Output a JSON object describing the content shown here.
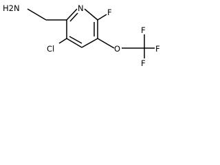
{
  "molecule": {
    "atoms": {
      "amine": "H2N",
      "ring_nitrogen": "N",
      "fluorine_ring": "F",
      "chlorine": "Cl",
      "ether_oxygen": "O",
      "fluorine_top": "F",
      "fluorine_right": "F",
      "fluorine_bottom": "F"
    }
  }
}
